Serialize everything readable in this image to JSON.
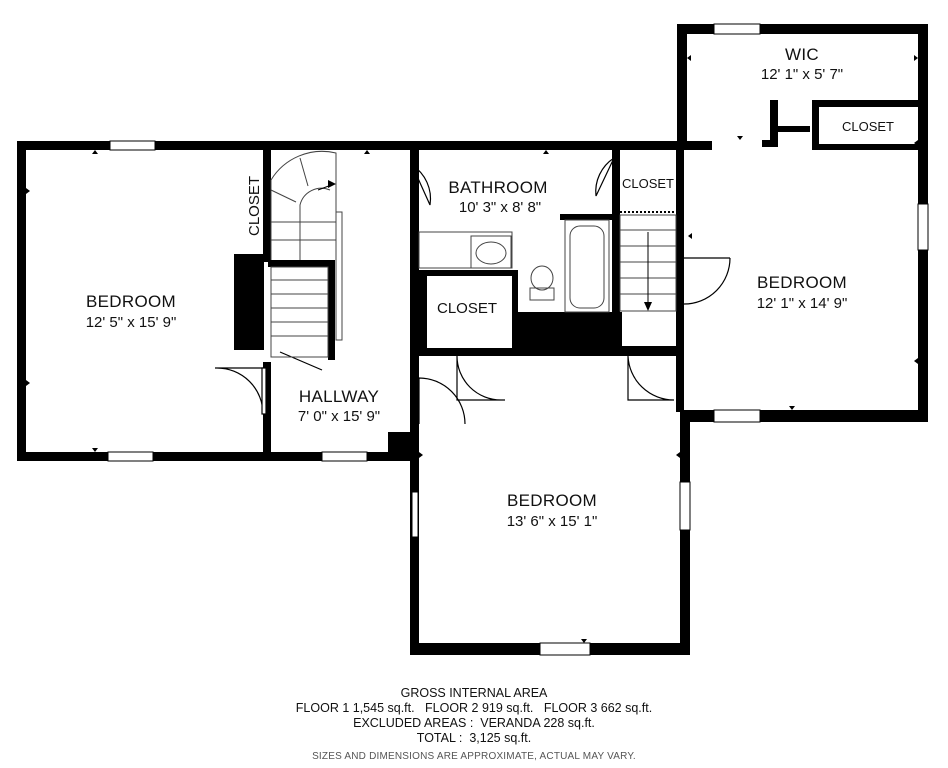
{
  "rooms": {
    "bedroom_west": {
      "name": "BEDROOM",
      "dims": "12' 5\" x 15' 9\""
    },
    "closet_west": {
      "name": "CLOSET"
    },
    "hallway": {
      "name": "HALLWAY",
      "dims": "7' 0\" x 15' 9\""
    },
    "bathroom": {
      "name": "BATHROOM",
      "dims": "10' 3\" x 8' 8\""
    },
    "closet_hall": {
      "name": "CLOSET"
    },
    "closet_stair": {
      "name": "CLOSET"
    },
    "wic": {
      "name": "WIC",
      "dims": "12' 1\" x 5' 7\""
    },
    "closet_wic": {
      "name": "CLOSET"
    },
    "bedroom_east": {
      "name": "BEDROOM",
      "dims": "12' 1\" x 14' 9\""
    },
    "bedroom_south": {
      "name": "BEDROOM",
      "dims": "13' 6\" x 15' 1\""
    }
  },
  "footer": {
    "heading": "GROSS INTERNAL AREA",
    "floors": "FLOOR 1 1,545 sq.ft.   FLOOR 2 919 sq.ft.   FLOOR 3 662 sq.ft.",
    "excluded": "EXCLUDED AREAS :  VERANDA 228 sq.ft.",
    "total": "TOTAL :  3,125 sq.ft.",
    "note": "SIZES AND DIMENSIONS ARE APPROXIMATE, ACTUAL MAY VARY."
  }
}
